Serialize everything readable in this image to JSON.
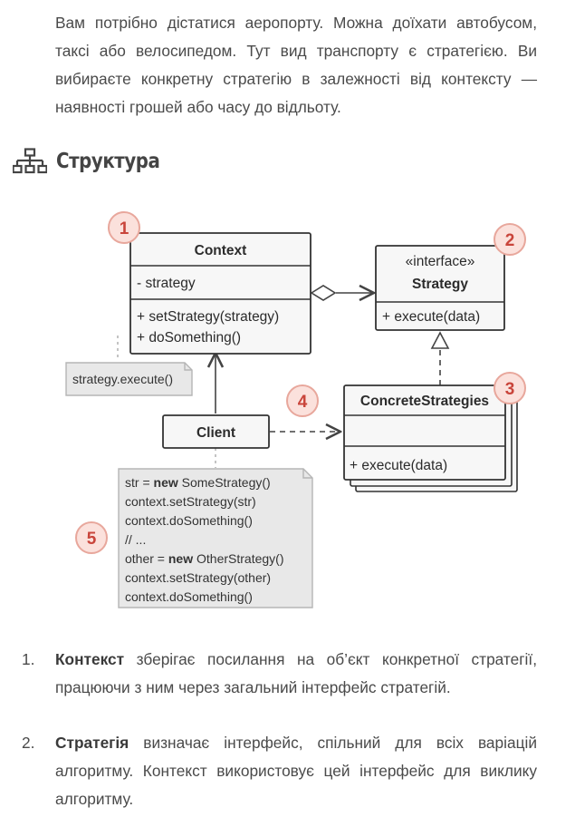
{
  "intro": {
    "paragraph": "Вам потрібно дістатися аеропорту. Можна доїхати автобусом, таксі або велосипедом. Тут вид транспорту є стратегією. Ви вибираєте конкретну стратегію в залежності від контексту — наявності грошей або часу до відльоту."
  },
  "section": {
    "icon": "structure-icon",
    "title": "Структура"
  },
  "diagram": {
    "colors": {
      "badge_fill": "#fbe1dc",
      "badge_stroke": "#e8a79c",
      "badge_text": "#c9453b",
      "box_fill": "#f7f7f7",
      "box_stroke": "#333333",
      "note_fill": "#e8e8e8",
      "note_stroke": "#b5b5b5"
    },
    "context": {
      "name": "Context",
      "field": "- strategy",
      "method1": "+ setStrategy(strategy)",
      "method2": "+ doSomething()"
    },
    "strategy": {
      "stereotype": "«interface»",
      "name": "Strategy",
      "method": "+ execute(data)"
    },
    "concrete": {
      "name": "ConcreteStrategies",
      "method": "+ execute(data)"
    },
    "client": {
      "name": "Client"
    },
    "note_context": "strategy.execute()",
    "note_client": {
      "l1_pre": "str = ",
      "l1_kw": "new",
      "l1_post": " SomeStrategy()",
      "l2": "context.setStrategy(str)",
      "l3": "context.doSomething()",
      "l4": "// ...",
      "l5_pre": "other = ",
      "l5_kw": "new",
      "l5_post": " OtherStrategy()",
      "l6": "context.setStrategy(other)",
      "l7": "context.doSomething()"
    },
    "badges": [
      "1",
      "2",
      "3",
      "4",
      "5"
    ]
  },
  "list": [
    {
      "num": "1.",
      "term": "Контекст",
      "text": " зберігає посилання на об’єкт конкретної стратегії, працюючи з ним через загальний інтерфейс стратегій."
    },
    {
      "num": "2.",
      "term": "Стратегія",
      "text": " визначає інтерфейс, спільний для всіх варіацій алгоритму. Контекст використовує цей інтерфейс для виклику алгоритму."
    }
  ]
}
